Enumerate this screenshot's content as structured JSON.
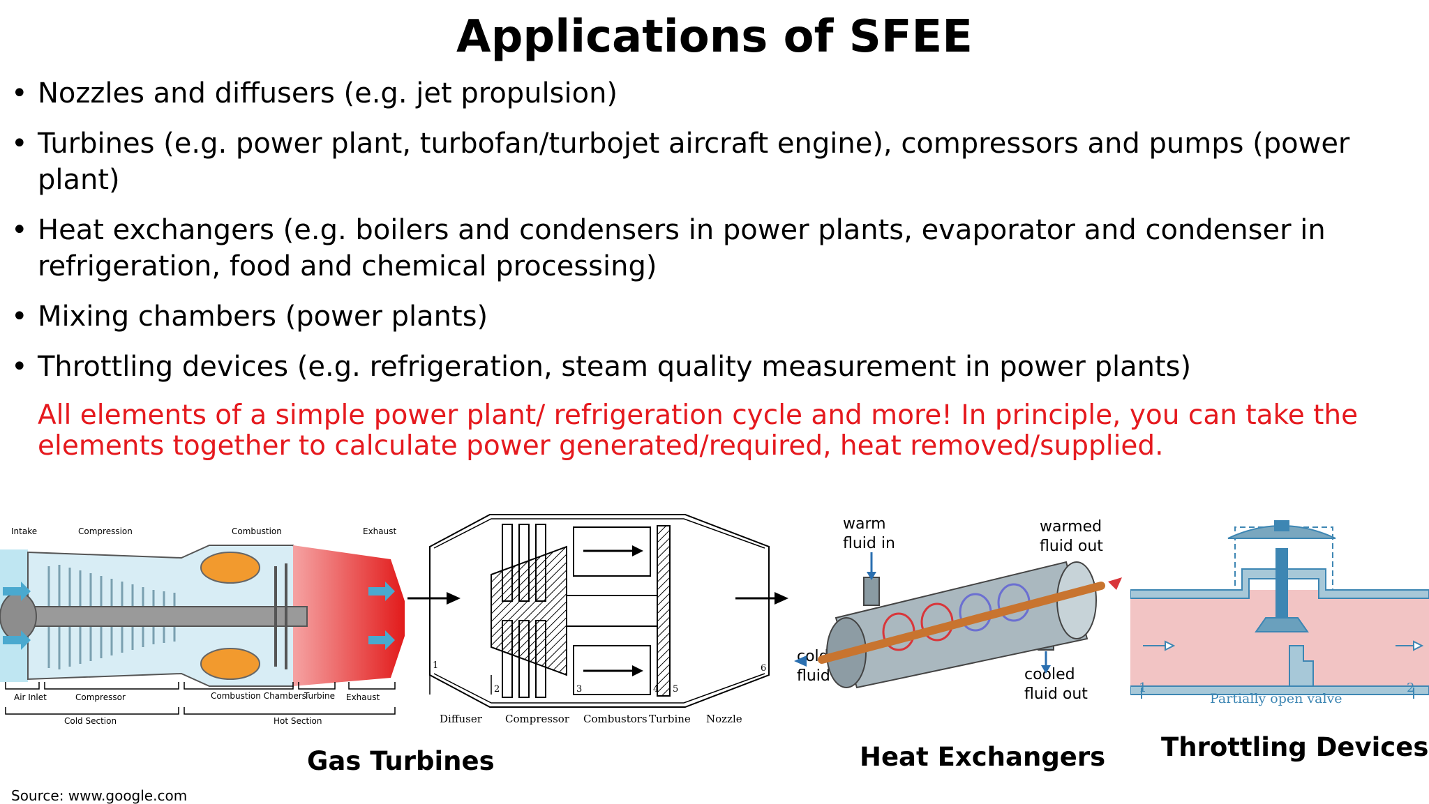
{
  "title": "Applications of SFEE",
  "bullets": [
    "Nozzles and diffusers (e.g. jet propulsion)",
    "Turbines (e.g. power plant, turbofan/turbojet aircraft engine), compressors  and pumps (power plant)",
    "Heat exchangers (e.g. boilers and condensers in power plants, evaporator and condenser in refrigeration, food and chemical processing)",
    "Mixing chambers (power plants)",
    "Throttling devices (e.g. refrigeration, steam quality measurement in power plants)"
  ],
  "note": "All elements of a simple power plant/ refrigeration cycle and more! In principle, you can take the elements together to calculate power  generated/required, heat removed/supplied.",
  "note_color": "#e5191e",
  "engine": {
    "top_labels": [
      "Intake",
      "Compression",
      "Combustion",
      "Exhaust"
    ],
    "bottom_labels": [
      "Air Inlet",
      "Compressor",
      "Combustion Chambers",
      "Turbine",
      "Exhaust"
    ],
    "sections": [
      "Cold Section",
      "Hot Section"
    ]
  },
  "schematic": {
    "stations": [
      "1",
      "2",
      "3",
      "4",
      "5",
      "6"
    ],
    "labels": [
      "Diffuser",
      "Compressor",
      "Combustors",
      "Turbine",
      "Nozzle"
    ]
  },
  "heat_exchanger": {
    "warm_in": [
      "warm",
      "fluid in"
    ],
    "warmed_out": [
      "warmed",
      "fluid out"
    ],
    "cold_in": [
      "cold",
      "fluid in"
    ],
    "cooled_out": [
      "cooled",
      "fluid out"
    ]
  },
  "valve": {
    "station_in": "1",
    "station_out": "2",
    "label": "Partially open valve"
  },
  "captions": {
    "gas_turbines": "Gas Turbines",
    "heat_exchangers": "Heat Exchangers",
    "throttling": "Throttling Devices"
  },
  "source": "Source: www.google.com"
}
